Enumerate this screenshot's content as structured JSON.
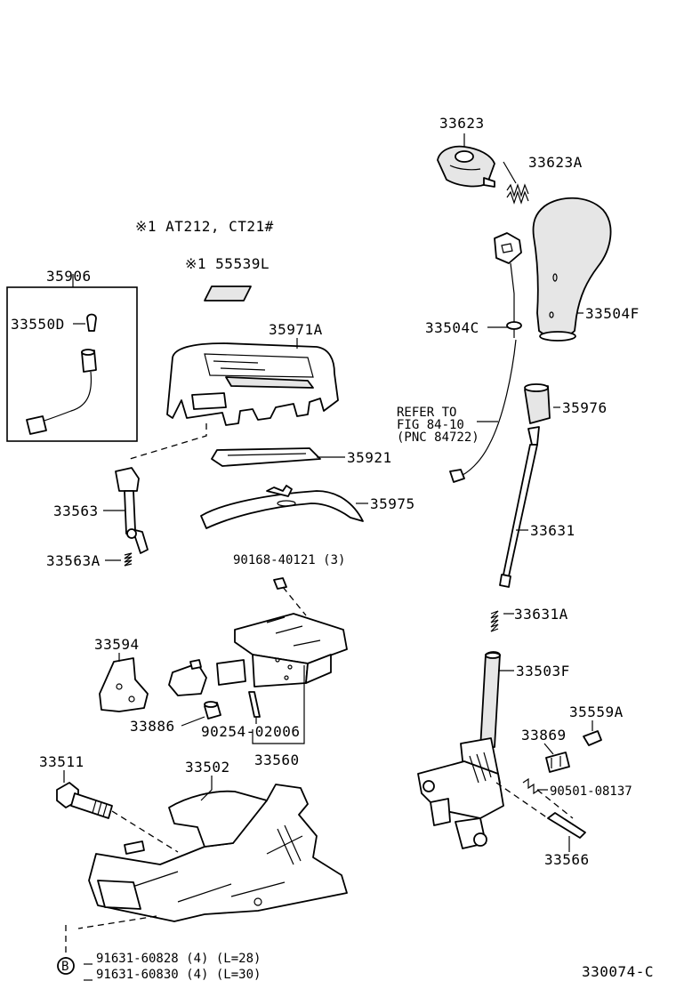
{
  "diagram": {
    "note": "※1 AT212, CT21#",
    "footer_code": "330074-C",
    "circle_marker": "B",
    "refer": {
      "line1": "REFER TO",
      "line2": "FIG 84-10",
      "line3": "(PNC 84722)"
    },
    "labels": {
      "p33623": "33623",
      "p33623A": "33623A",
      "p55539L": "※1 55539L",
      "p35906": "35906",
      "p33550D": "33550D",
      "p35971A": "35971A",
      "p33504C": "33504C",
      "p33504F": "33504F",
      "p35976": "35976",
      "p35921": "35921",
      "p33563": "33563",
      "p35975": "35975",
      "p33631": "33631",
      "p33563A": "33563A",
      "p90168": "90168-40121 (3)",
      "p33631A": "33631A",
      "p33594": "33594",
      "p33503F": "33503F",
      "p35559A": "35559A",
      "p33886": "33886",
      "p90254": "90254-02006",
      "p33869": "33869",
      "p33560": "33560",
      "p33511": "33511",
      "p33502": "33502",
      "p90501": "90501-08137",
      "p33566": "33566",
      "bolt1": "91631-60828 (4) (L=28)",
      "bolt2": "91631-60830 (4) (L=30)"
    }
  }
}
